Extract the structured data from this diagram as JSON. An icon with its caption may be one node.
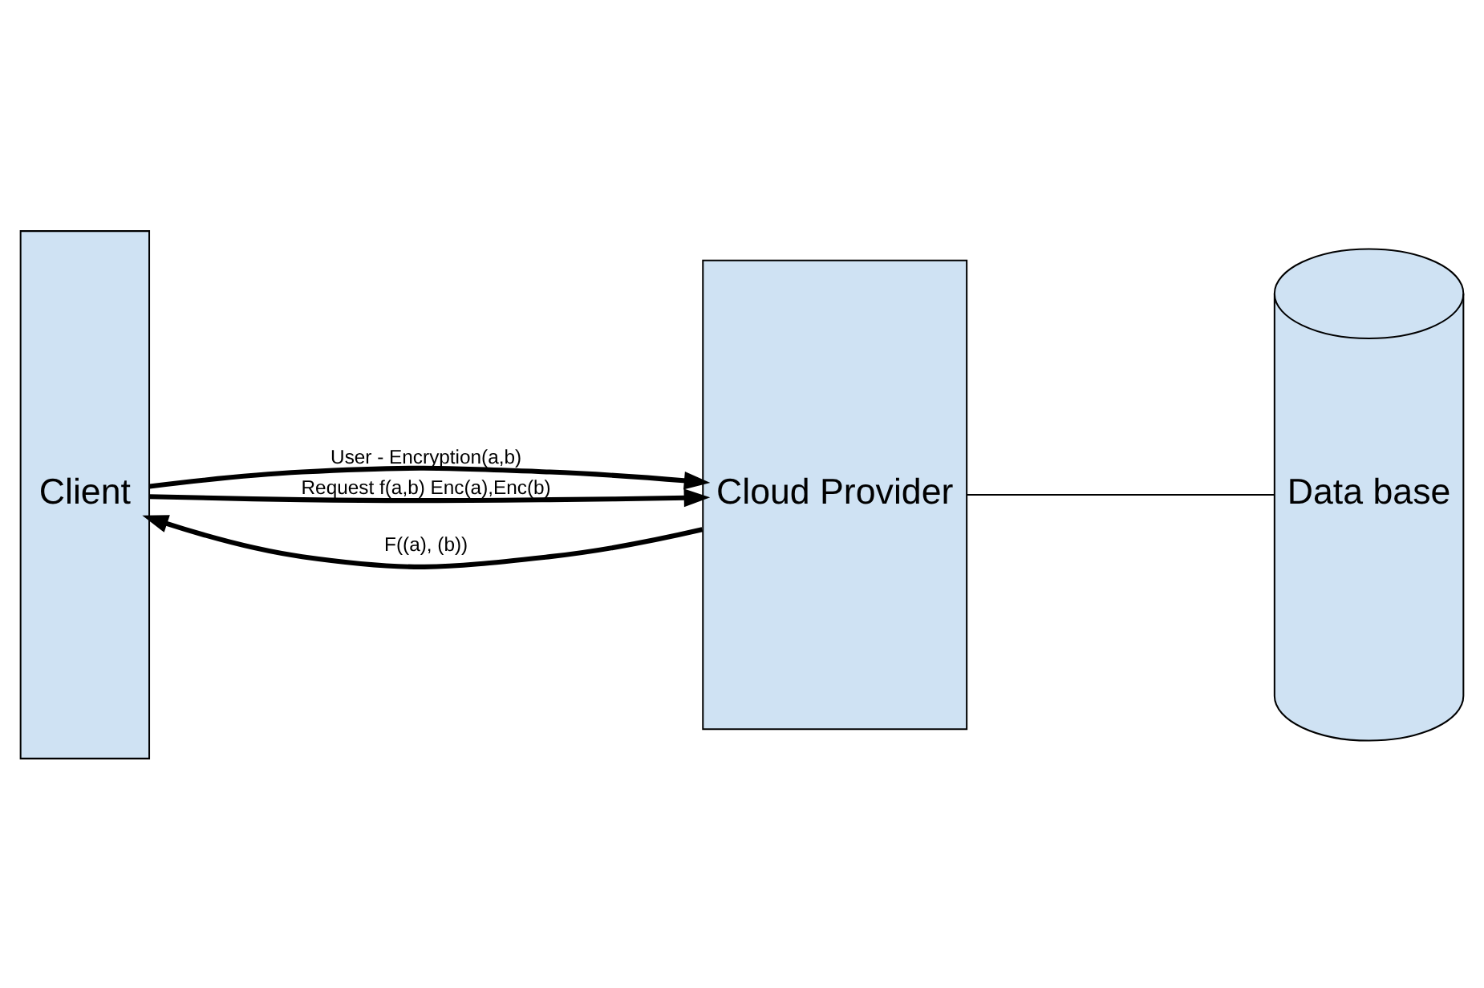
{
  "diagram": {
    "nodes": [
      {
        "text": [
          "Client"
        ]
      },
      {
        "text": [
          "Cloud Provider"
        ]
      },
      {
        "text": [
          "Data base"
        ]
      }
    ],
    "edges": [
      {
        "from": 0,
        "to": 1,
        "arrow": "to",
        "label": "User - Encryption(a,b)"
      },
      {
        "from": 0,
        "to": 1,
        "arrow": "to",
        "label": "Request f(a,b) Enc(a),Enc(b)"
      },
      {
        "from": 1,
        "to": 0,
        "arrow": "to",
        "label": "F((a), (b))"
      },
      {
        "from": 1,
        "to": 2,
        "arrow": "none"
      }
    ]
  }
}
